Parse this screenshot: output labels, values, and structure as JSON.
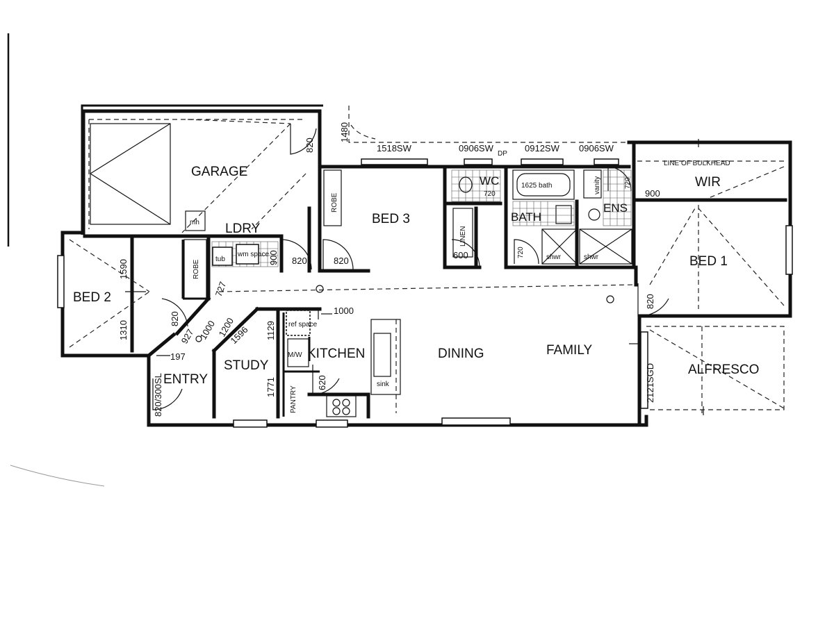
{
  "rooms": {
    "garage": "GARAGE",
    "ldry": "LDRY",
    "bed3": "BED 3",
    "wc": "WC",
    "bath": "BATH",
    "ens": "ENS",
    "wir": "WIR",
    "bed1": "BED 1",
    "bed2": "BED 2",
    "robe_a": "ROBE",
    "robe_b": "ROBE",
    "linen": "LINEN",
    "kitchen": "KITCHEN",
    "dining": "DINING",
    "family": "FAMILY",
    "alfresco": "ALFRESCO",
    "study": "STUDY",
    "entry": "ENTRY",
    "pantry": "PANTRY"
  },
  "fixtures": {
    "mh": "mh",
    "tub": "tub",
    "wm_space": "wm space",
    "bath": "1625 bath",
    "shwr_a": "shwr",
    "shwr_b": "shwr",
    "vanity": "vanity",
    "ref_space": "ref space",
    "mw": "M/W",
    "sink": "sink",
    "bulkhead": "LINE OF BULKHEAD"
  },
  "windows": {
    "w1518": "1518SW",
    "w0906a": "0906SW",
    "dp": "DP",
    "w0912": "0912SW",
    "w0906b": "0906SW",
    "sgd": "2121SGD",
    "sl": "820/300SL"
  },
  "dims": {
    "d1480": "1480",
    "d820_garage": "820",
    "d820_ldry": "820",
    "d900_ldry": "900",
    "d820_bed3": "820",
    "d600": "600",
    "d720_wc": "720",
    "d720_bath": "720",
    "d720_ens": "720",
    "d900_wir": "900",
    "d820_bed1": "820",
    "d1590": "1590",
    "d1310": "1310",
    "d820_bed2": "820",
    "d727": "727",
    "d927": "927",
    "d1000_a": "1000",
    "d1200": "1200",
    "d1596": "1596",
    "d1000_b": "1000",
    "d1129": "1129",
    "d1771": "1771",
    "d620": "620",
    "d197": "197"
  }
}
